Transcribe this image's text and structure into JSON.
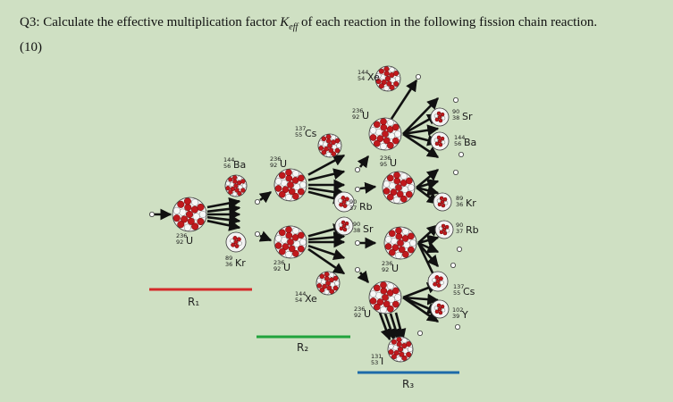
{
  "question": {
    "prefix": "Q3: Calculate the effective multiplication factor ",
    "symbol": "K",
    "subscript": "eff",
    "suffix": " of each reaction in the following fission chain reaction.",
    "marks": "(10)"
  },
  "stages": [
    {
      "label": "R₁",
      "color": "#d42a2a"
    },
    {
      "label": "R₂",
      "color": "#21a33c"
    },
    {
      "label": "R₃",
      "color": "#1d6aa8"
    }
  ],
  "nuclides": {
    "u236_initial": {
      "mass": "236",
      "atomic": "92",
      "symbol": "U"
    },
    "ba144_a": {
      "mass": "144",
      "atomic": "56",
      "symbol": "Ba"
    },
    "kr89_a": {
      "mass": "89",
      "atomic": "36",
      "symbol": "Kr"
    },
    "u236_upper": {
      "mass": "236",
      "atomic": "92",
      "symbol": "U"
    },
    "u236_lower": {
      "mass": "236",
      "atomic": "92",
      "symbol": "U"
    },
    "cs137_a": {
      "mass": "137",
      "atomic": "55",
      "symbol": "Cs"
    },
    "rb90_a": {
      "mass": "90",
      "atomic": "37",
      "symbol": "Rb"
    },
    "sr90_a": {
      "mass": "90",
      "atomic": "38",
      "symbol": "Sr"
    },
    "xe144_a": {
      "mass": "144",
      "atomic": "54",
      "symbol": "Xe"
    },
    "xe144_b": {
      "mass": "144",
      "atomic": "54",
      "symbol": "Xe"
    },
    "u236_top": {
      "mass": "236",
      "atomic": "92",
      "symbol": "U"
    },
    "u236_mid": {
      "mass": "236",
      "atomic": "95",
      "symbol": "U"
    },
    "u236_low": {
      "mass": "236",
      "atomic": "92",
      "symbol": "U"
    },
    "u236_bottom": {
      "mass": "236",
      "atomic": "92",
      "symbol": "U"
    },
    "sr90_b": {
      "mass": "90",
      "atomic": "38",
      "symbol": "Sr"
    },
    "ba144_b": {
      "mass": "144",
      "atomic": "56",
      "symbol": "Ba"
    },
    "kr89_b": {
      "mass": "89",
      "atomic": "36",
      "symbol": "Kr"
    },
    "rb90_b": {
      "mass": "90",
      "atomic": "37",
      "symbol": "Rb"
    },
    "cs137_b": {
      "mass": "137",
      "atomic": "55",
      "symbol": "Cs"
    },
    "y102": {
      "mass": "102",
      "atomic": "39",
      "symbol": "Y"
    },
    "i131": {
      "mass": "131",
      "atomic": "53",
      "symbol": "I"
    }
  }
}
